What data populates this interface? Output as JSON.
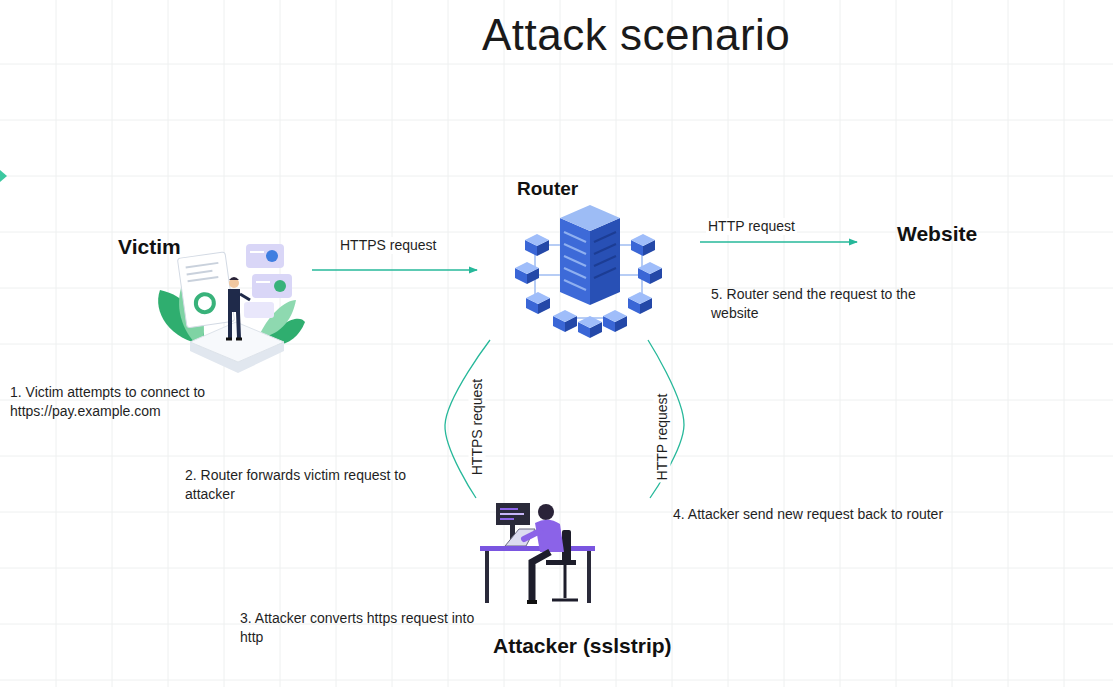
{
  "diagram": {
    "title": "Attack scenario",
    "nodes": [
      {
        "text": [
          "Victim"
        ]
      },
      {
        "text": [
          "Router"
        ]
      },
      {
        "text": [
          "Website"
        ]
      },
      {
        "text": [
          "Attacker (sslstrip)"
        ]
      }
    ],
    "edges": [
      {
        "from": 0,
        "to": 1,
        "label": "HTTPS request",
        "arrow": "to"
      },
      {
        "from": 1,
        "to": 2,
        "label": "HTTP request",
        "arrow": "to"
      },
      {
        "from": 1,
        "to": 3,
        "label": "HTTPS request",
        "arrow": "none"
      },
      {
        "from": 3,
        "to": 1,
        "label": "HTTP request",
        "arrow": "none"
      }
    ],
    "labels": [
      "1. Victim attempts to connect to https://pay.example.com",
      "2. Router forwards victim request to attacker",
      "3. Attacker converts https request into http",
      "4. Attacker send new request back to router",
      "5. Router send the request to the website"
    ]
  }
}
